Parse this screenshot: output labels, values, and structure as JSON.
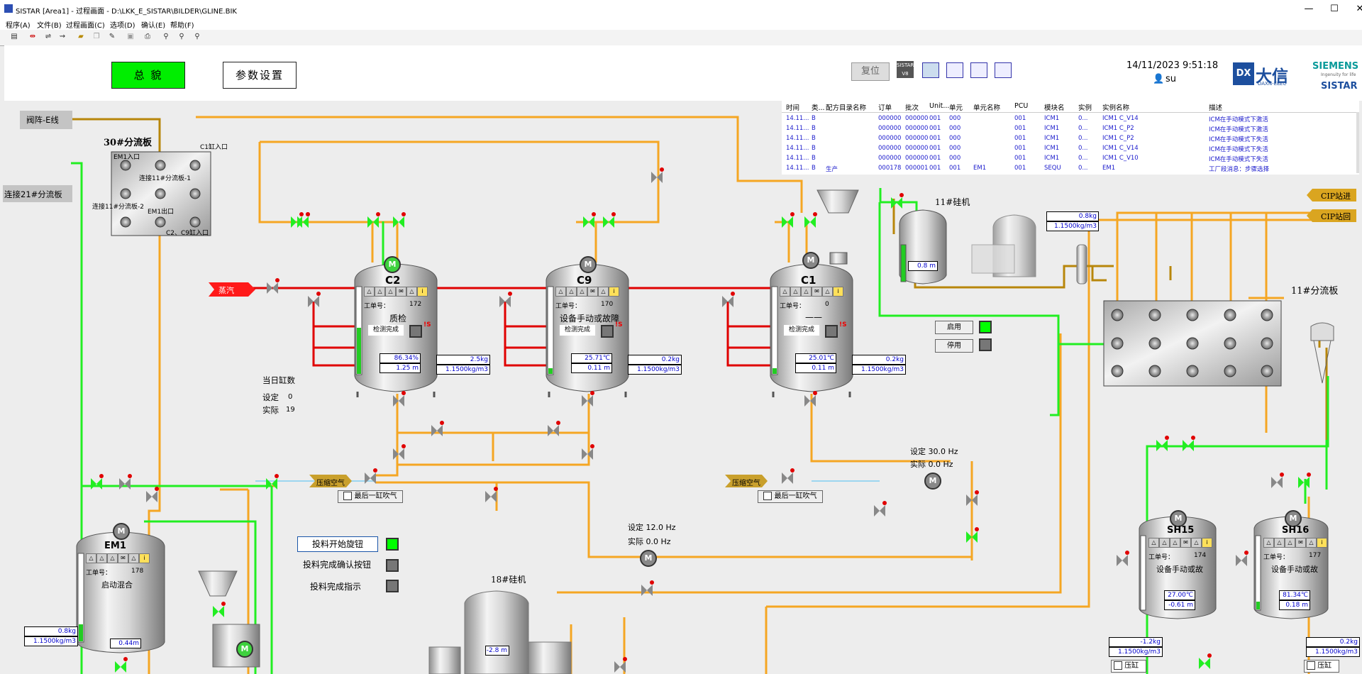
{
  "window": {
    "title": "SISTAR [Area1] - 过程画面 - D:\\LKK_E_SISTAR\\BILDER\\GLINE.BIK",
    "min": "—",
    "max": "☐",
    "close": "✕"
  },
  "menu": [
    "程序(A)",
    "文件(B)",
    "过程画面(C)",
    "选项(D)",
    "确认(E)",
    "帮助(F)"
  ],
  "toolbar_icons": [
    "book-icon",
    "transfer-icon",
    "link-icon",
    "print-icon",
    "folder-icon",
    "copy-icon",
    "edit-icon",
    "camera-icon",
    "printer-icon",
    "binoculars-icon",
    "binoculars-icon",
    "binoculars-icon"
  ],
  "nav": {
    "overview": "总  貌",
    "params": "参数设置",
    "reset": "复位"
  },
  "header": {
    "datetime": "14/11/2023 9:51:18",
    "user": "su",
    "brand_cn": "大信",
    "brand_en": "DAXN-ELEC",
    "siemens": "SIEMENS",
    "siemens_tag": "Ingenuity for life",
    "sistar": "SISTAR",
    "sistar_v": "SISTAR V8"
  },
  "table": {
    "headers": [
      "时间",
      "类...",
      "配方目录名称",
      "订单",
      "批次",
      "Unit...",
      "单元",
      "单元名称",
      "PCU",
      "模块名",
      "实例",
      "实例名称",
      "描述"
    ],
    "rows": [
      [
        "14.11...",
        "B",
        "",
        "000000",
        "000000",
        "001",
        "000",
        "",
        "001",
        "ICM1",
        "0...",
        "ICM1 C_V14",
        "ICM在手动模式下激活"
      ],
      [
        "14.11...",
        "B",
        "",
        "000000",
        "000000",
        "001",
        "000",
        "",
        "001",
        "ICM1",
        "0...",
        "ICM1 C_P2",
        "ICM在手动模式下激活"
      ],
      [
        "14.11...",
        "B",
        "",
        "000000",
        "000000",
        "001",
        "000",
        "",
        "001",
        "ICM1",
        "0...",
        "ICM1 C_P2",
        "ICM在手动模式下失活"
      ],
      [
        "14.11...",
        "B",
        "",
        "000000",
        "000000",
        "001",
        "000",
        "",
        "001",
        "ICM1",
        "0...",
        "ICM1 C_V14",
        "ICM在手动模式下失活"
      ],
      [
        "14.11...",
        "B",
        "",
        "000000",
        "000000",
        "001",
        "000",
        "",
        "001",
        "ICM1",
        "0...",
        "ICM1 C_V10",
        "ICM在手动模式下失活"
      ],
      [
        "14.11...",
        "B",
        "生产",
        "000178",
        "000001",
        "001",
        "001",
        "EM1",
        "001",
        "SEQU",
        "0...",
        "EM1",
        "工厂段消息：步骤选择"
      ]
    ]
  },
  "labels": {
    "valve_matrix_e": "阀阵-E线",
    "board30": "30#分流板",
    "connect21": "连接21#分流板",
    "em1_in": "EM1入口",
    "c1_in": "C1缸入口",
    "conn11_1": "连接11#分流板-1",
    "conn11_2": "连接11#分流板-2",
    "em1_out": "EM1出口",
    "c2c9_in": "C2、C9缸入口",
    "steam": "蒸汽",
    "comp_air1": "压缩空气",
    "comp_air2": "压缩空气",
    "last_blow1": "最后一缸吹气",
    "last_blow2": "最后一缸吹气",
    "daily_count": "当日缸数",
    "set_lbl": "设定",
    "set_val": "0",
    "act_lbl": "实际",
    "act_val": "19",
    "cip_in": "CIP站进",
    "cip_back": "CIP站回",
    "board11": "11#分流板",
    "silicon11": "11#硅机",
    "silicon18": "18#硅机",
    "start": "启用",
    "stop": "停用",
    "pump1_set": "设定 30.0  Hz",
    "pump1_act": "实际   0.0  Hz",
    "pump2_set": "设定 12.0  Hz",
    "pump2_act": "实际   0.0  Hz",
    "feed_start": "投料开始旋钮",
    "feed_done_btn": "投料完成确认按钮",
    "feed_done_ind": "投料完成指示",
    "press_tank1": "压缸",
    "press_tank2": "压缸",
    "s11_w": "0.8kg",
    "s11_d": "1.1500kg/m3",
    "s11_lvl": "0.8 m",
    "s18_lvl": "-2.8 m"
  },
  "tanks": [
    {
      "name": "C2",
      "job": "172",
      "status": "质检",
      "done": "检测完成",
      "pct": "86.34%",
      "lvl": "1.25 m",
      "w": "2.5kg",
      "d": "1.1500kg/m3",
      "motor": "green"
    },
    {
      "name": "C9",
      "job": "170",
      "status": "设备手动或故障",
      "done": "检测完成",
      "pct": "25.71℃",
      "lvl": "0.11 m",
      "w": "0.2kg",
      "d": "1.1500kg/m3",
      "motor": "grey"
    },
    {
      "name": "C1",
      "job": "0",
      "status": "——",
      "done": "检测完成",
      "pct": "25.01℃",
      "lvl": "0.11 m",
      "w": "0.2kg",
      "d": "1.1500kg/m3",
      "motor": "grey"
    },
    {
      "name": "EM1",
      "job": "178",
      "status": "启动混合",
      "w": "0.8kg",
      "d": "1.1500kg/m3",
      "lvl": "0.44m"
    },
    {
      "name": "SH15",
      "job": "174",
      "status": "设备手动或故",
      "pct": "27.00℃",
      "lvl": "-0.61 m",
      "w": "-1.2kg",
      "d": "1.1500kg/m3"
    },
    {
      "name": "SH16",
      "job": "177",
      "status": "设备手动或故",
      "pct": "81.34℃",
      "lvl": "0.18 m",
      "w": "0.2kg",
      "d": "1.1500kg/m3"
    }
  ],
  "job_label": "工单号：",
  "colors": {
    "green": "#00ff00",
    "orange": "#f5a623",
    "red": "#e00000",
    "brown": "#b8860b"
  }
}
